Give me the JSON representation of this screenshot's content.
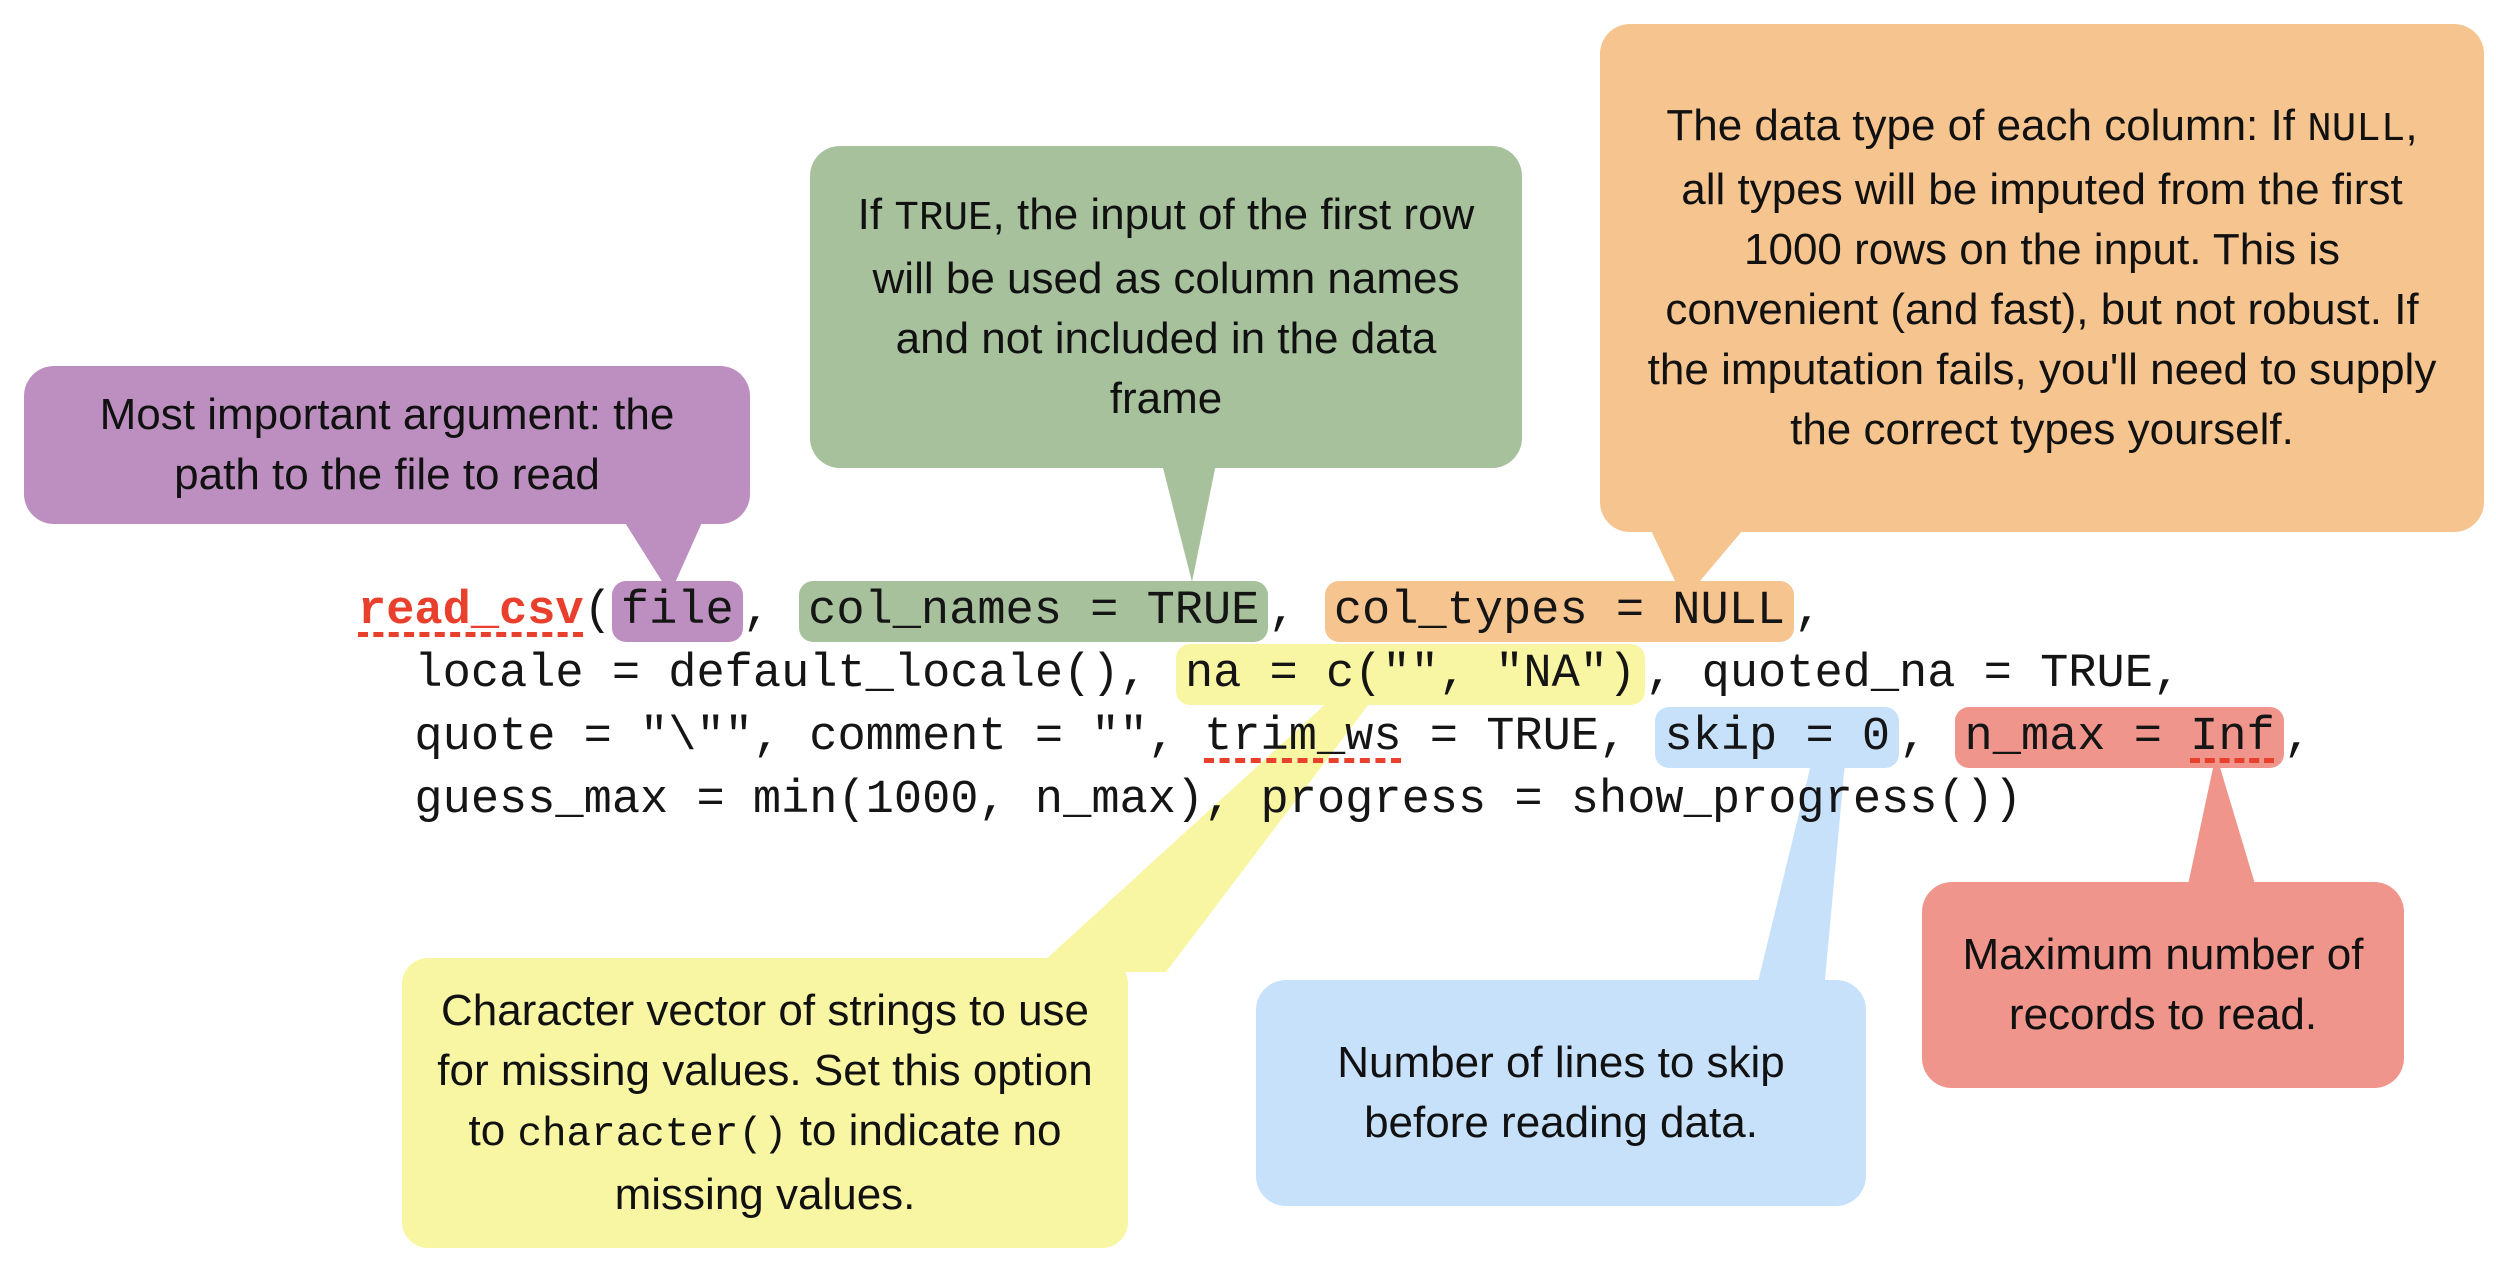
{
  "code": {
    "line1": {
      "func": "read_csv",
      "paren": "(",
      "arg_file": "file",
      "sep_a": ", ",
      "arg_col_names": "col_names = TRUE",
      "sep_b": ", ",
      "arg_col_types": "col_types = NULL",
      "sep_c": ","
    },
    "line2": {
      "pre": "  locale = default_locale(), ",
      "arg_na": "na = c(\"\", \"NA\")",
      "post": ", quoted_na = TRUE,"
    },
    "line3": {
      "pre": "  quote = \"\\\"\", comment = \"\", ",
      "trim_ws": "trim_ws",
      "mid": " = TRUE, ",
      "arg_skip": "skip = 0",
      "sep": ", ",
      "nmax_label": "n_max = ",
      "nmax_value": "Inf",
      "end": ","
    },
    "line4": {
      "text": "  guess_max = min(1000, n_max), progress = show_progress())"
    }
  },
  "callouts": {
    "file": {
      "text": "Most important argument: the path to the file to read"
    },
    "col_names": {
      "part1": "If ",
      "code": "TRUE",
      "part2": ", the input of the first row will be used as column names and not included in the data frame"
    },
    "col_types": {
      "part1": "The data type of each column: If ",
      "code": "NULL",
      "part2": ", all types will be imputed from the first 1000 rows on the input. This is convenient (and fast), but not robust. If the imputation fails, you'll need to supply the correct types yourself."
    },
    "na": {
      "part1": "Character vector of strings to use for missing values. Set this option to ",
      "code": "character()",
      "part2": " to indicate no missing values."
    },
    "skip": {
      "text": "Number of lines to skip before reading data."
    },
    "n_max": {
      "text": "Maximum number of records to read."
    }
  },
  "colors": {
    "purple": "#bc8fc0",
    "green": "#a7c19d",
    "orange": "#f6c48e",
    "yellow": "#f9f6a3",
    "blue": "#c7e1fb",
    "red": "#ef958c",
    "code_red": "#e8402c",
    "text": "#111111",
    "background": "#ffffff"
  }
}
